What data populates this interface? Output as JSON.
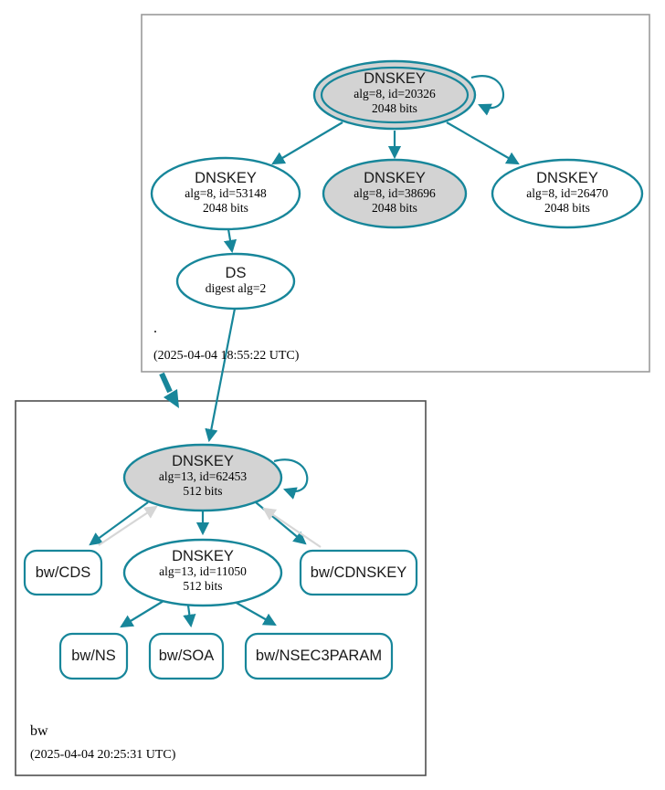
{
  "colors": {
    "edge_secure": "#17869a",
    "edge_gray": "#d6d6d6",
    "node_fill_gray": "#d3d3d3",
    "node_fill_white": "#ffffff",
    "outer_zone_border": "#9b9b9b",
    "inner_zone_border": "#4f4f4f",
    "text": "#000000"
  },
  "zones": {
    "root": {
      "name": ".",
      "timestamp": "(2025-04-04 18:55:22 UTC)"
    },
    "bw": {
      "name": "bw",
      "timestamp": "(2025-04-04 20:25:31 UTC)"
    }
  },
  "nodes": {
    "root_ksk": {
      "type": "DNSKEY",
      "detail1": "alg=8, id=20326",
      "detail2": "2048 bits"
    },
    "root_zsk": {
      "type": "DNSKEY",
      "detail1": "alg=8, id=53148",
      "detail2": "2048 bits"
    },
    "root_key_38696": {
      "type": "DNSKEY",
      "detail1": "alg=8, id=38696",
      "detail2": "2048 bits"
    },
    "root_key_26470": {
      "type": "DNSKEY",
      "detail1": "alg=8, id=26470",
      "detail2": "2048 bits"
    },
    "ds": {
      "type": "DS",
      "detail1": "digest alg=2"
    },
    "bw_ksk": {
      "type": "DNSKEY",
      "detail1": "alg=13, id=62453",
      "detail2": "512 bits"
    },
    "bw_zsk": {
      "type": "DNSKEY",
      "detail1": "alg=13, id=11050",
      "detail2": "512 bits"
    }
  },
  "rrsets": {
    "cds": {
      "label": "bw/CDS"
    },
    "cdnskey": {
      "label": "bw/CDNSKEY"
    },
    "ns": {
      "label": "bw/NS"
    },
    "soa": {
      "label": "bw/SOA"
    },
    "nsec3param": {
      "label": "bw/NSEC3PARAM"
    }
  }
}
